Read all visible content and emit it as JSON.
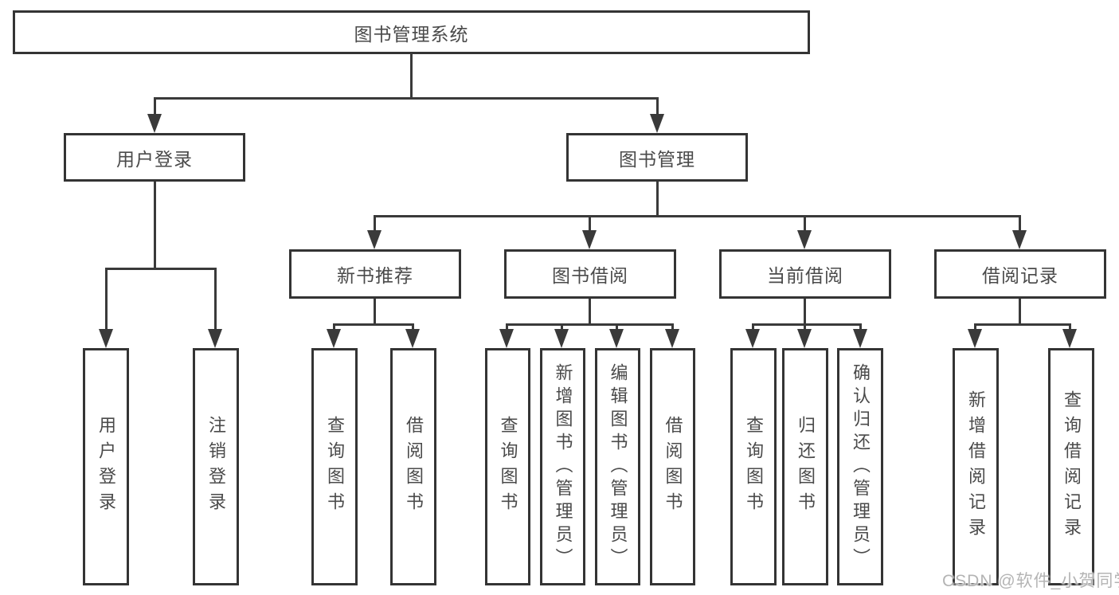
{
  "colors": {
    "line": "#3a3a3a",
    "box_border": "#343434",
    "text": "#4a4a4a",
    "watermark": "#b4b4b4",
    "background": "#ffffff"
  },
  "watermark": "CSDN @软件_小贺同学",
  "tree": {
    "label": "图书管理系统",
    "children": [
      {
        "label": "用户登录",
        "children": [
          {
            "label": "用户登录"
          },
          {
            "label": "注销登录"
          }
        ]
      },
      {
        "label": "图书管理",
        "children": [
          {
            "label": "新书推荐",
            "children": [
              {
                "label": "查询图书"
              },
              {
                "label": "借阅图书"
              }
            ]
          },
          {
            "label": "图书借阅",
            "children": [
              {
                "label": "查询图书"
              },
              {
                "label": "新增图书（管理员）"
              },
              {
                "label": "编辑图书（管理员）"
              },
              {
                "label": "借阅图书"
              }
            ]
          },
          {
            "label": "当前借阅",
            "children": [
              {
                "label": "查询图书"
              },
              {
                "label": "归还图书"
              },
              {
                "label": "确认归还（管理员）"
              }
            ]
          },
          {
            "label": "借阅记录",
            "children": [
              {
                "label": "新增借阅记录"
              },
              {
                "label": "查询借阅记录"
              }
            ]
          }
        ]
      }
    ]
  }
}
